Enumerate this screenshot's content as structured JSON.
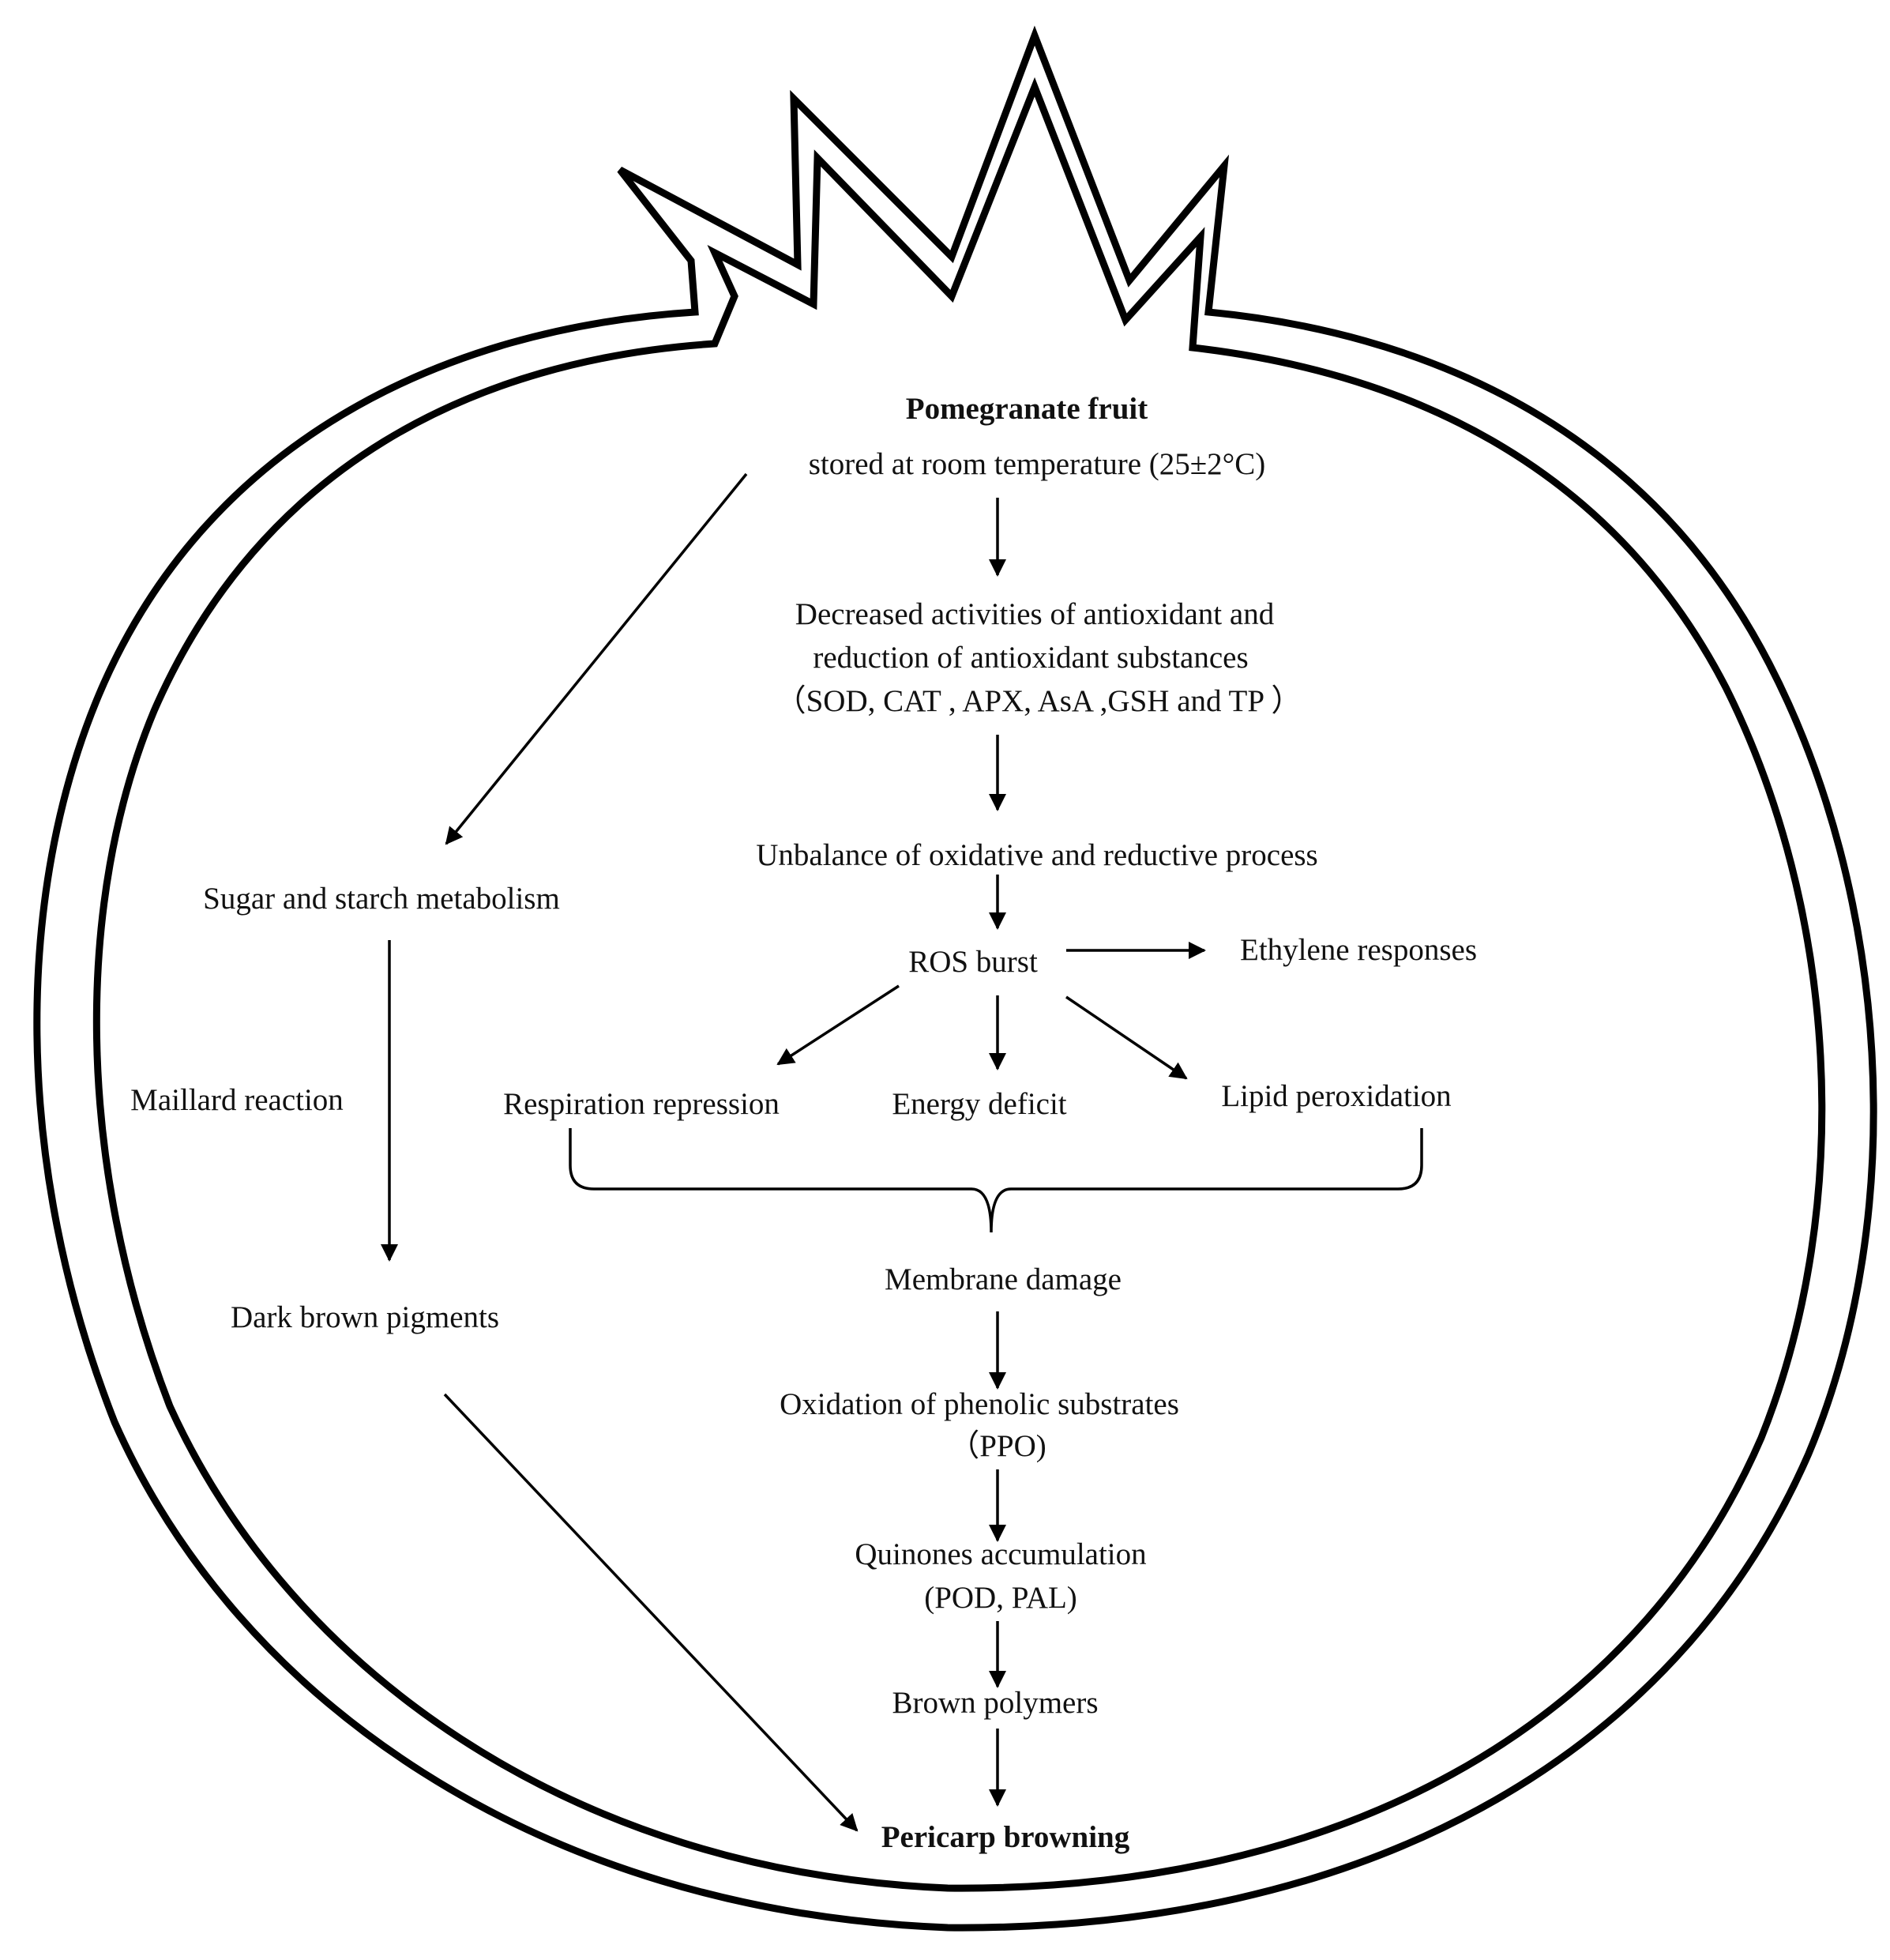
{
  "fruit": {
    "title": "Pomegranate fruit",
    "condition": "stored at room temperature (25±2°C)"
  },
  "main_pathway": {
    "antioxidant_line1": "Decreased activities of antioxidant and",
    "antioxidant_line2": "reduction of antioxidant substances",
    "antioxidant_line3": "（SOD, CAT , APX, AsA ,GSH and  TP ）",
    "unbalance": "Unbalance of oxidative and reductive process",
    "ros_burst": "ROS burst",
    "ethylene": "Ethylene  responses",
    "respiration": "Respiration repression",
    "energy": "Energy deficit",
    "lipid": "Lipid  peroxidation",
    "membrane": "Membrane damage",
    "phenolic_line1": "Oxidation of phenolic substrates",
    "phenolic_line2": "（PPO)",
    "quinones_line1": "Quinones  accumulation",
    "quinones_line2": "(POD, PAL)",
    "brown_polymers": "Brown polymers",
    "final": "Pericarp browning"
  },
  "side_pathway": {
    "sugar": "Sugar and starch metabolism",
    "maillard": "Maillard reaction",
    "pigments": "Dark brown pigments"
  }
}
